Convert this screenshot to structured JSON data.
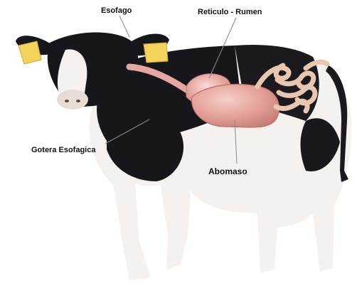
{
  "labels": {
    "esofago": "Esofago",
    "reticulo_rumen": "Reticulo - Rumen",
    "gotera_esofagica": "Gotera Esofagica",
    "abomaso": "Abomaso"
  },
  "colors": {
    "background": "#ffffff",
    "black_patch": "#17161a",
    "white_coat": "#f4f1ee",
    "ear_tag": "#f2d45c",
    "organ_pink": "#e7a8a2",
    "organ_highlight": "#f6d7d1",
    "leader_line": "#8a8a8a"
  }
}
